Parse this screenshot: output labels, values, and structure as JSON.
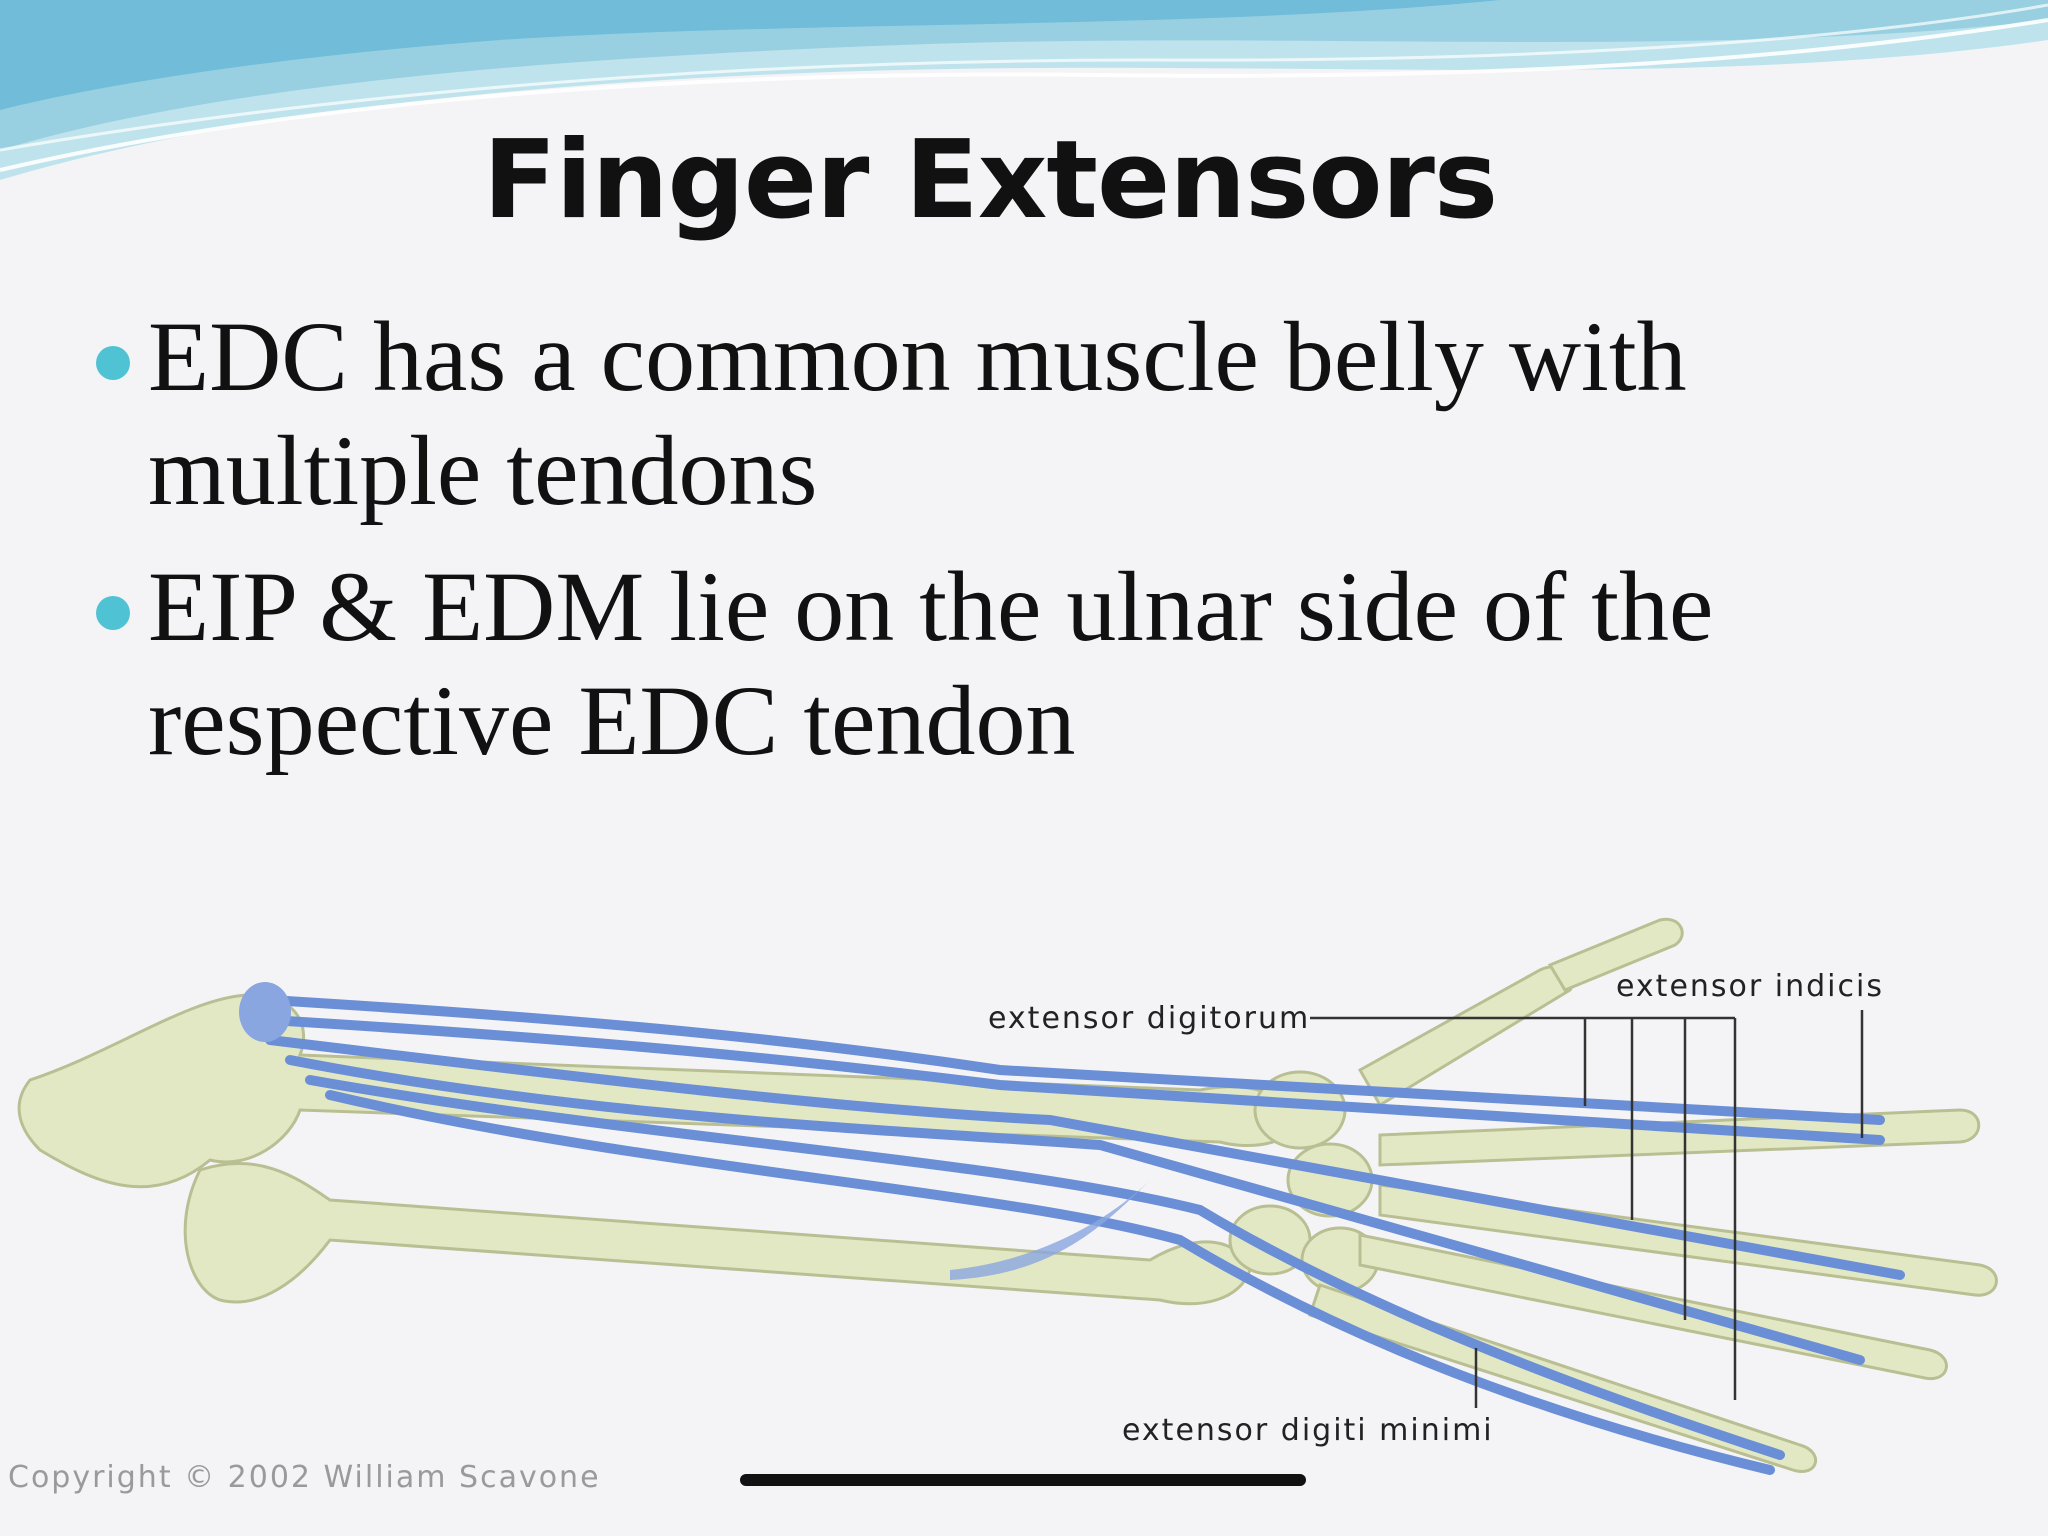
{
  "slide": {
    "title": "Finger Extensors",
    "bullets": [
      {
        "text": "EDC has a common muscle belly with multiple tendons"
      },
      {
        "text": "EIP & EDM lie on the ulnar side of the respective EDC tendon"
      }
    ],
    "accent_color": "#4fc3d3"
  },
  "figure": {
    "labels": {
      "extensor_digitorum": "extensor digitorum",
      "extensor_indicis": "extensor indicis",
      "extensor_digiti_minimi": "extensor digiti minimi"
    },
    "copyright": "Copyright © 2002 William Scavone",
    "bone_color": "#e3e8c4",
    "tendon_color": "#6b8fd6"
  }
}
